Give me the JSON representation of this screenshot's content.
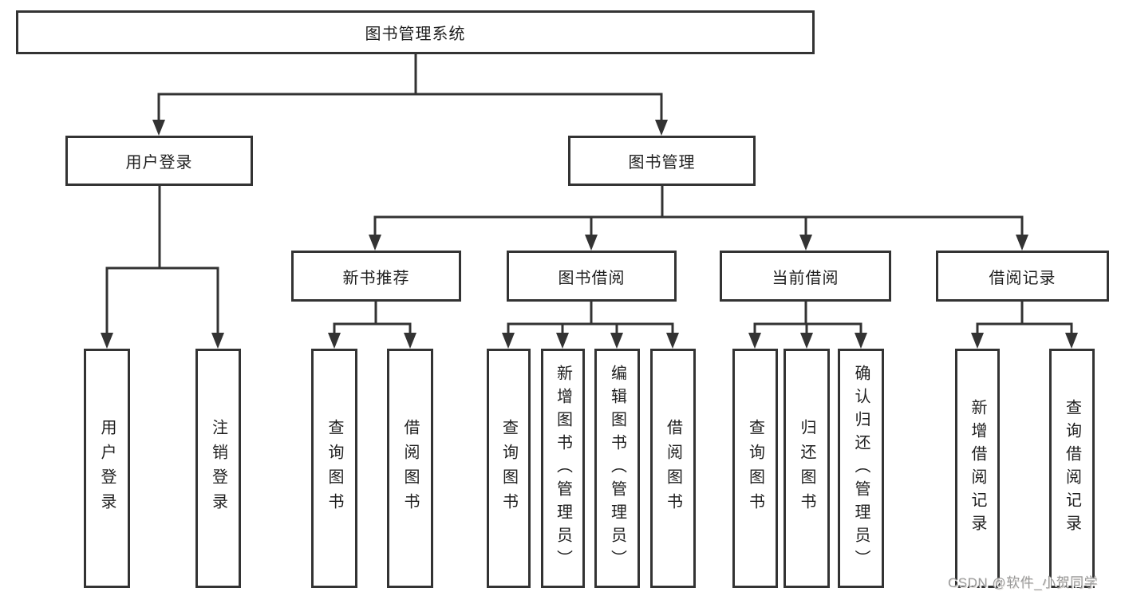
{
  "tree": {
    "root": {
      "label": "图书管理系统"
    },
    "branches": [
      {
        "label": "用户登录",
        "children": [
          {
            "label": "用户登录"
          },
          {
            "label": "注销登录"
          }
        ]
      },
      {
        "label": "图书管理",
        "children": [
          {
            "label": "新书推荐",
            "children": [
              {
                "label": "查询图书"
              },
              {
                "label": "借阅图书"
              }
            ]
          },
          {
            "label": "图书借阅",
            "children": [
              {
                "label": "查询图书"
              },
              {
                "label": "新增图书（管理员）"
              },
              {
                "label": "编辑图书（管理员）"
              },
              {
                "label": "借阅图书"
              }
            ]
          },
          {
            "label": "当前借阅",
            "children": [
              {
                "label": "查询图书"
              },
              {
                "label": "归还图书"
              },
              {
                "label": "确认归还（管理员）"
              }
            ]
          },
          {
            "label": "借阅记录",
            "children": [
              {
                "label": "新增借阅记录"
              },
              {
                "label": "查询借阅记录"
              }
            ]
          }
        ]
      }
    ]
  },
  "watermark": {
    "text": "CSDN @软件_小贺同学"
  },
  "colors": {
    "line": "#333333",
    "box_border": "#333333",
    "text": "#1f1f1f",
    "watermark": "#9b9b9b",
    "background": "#ffffff"
  }
}
